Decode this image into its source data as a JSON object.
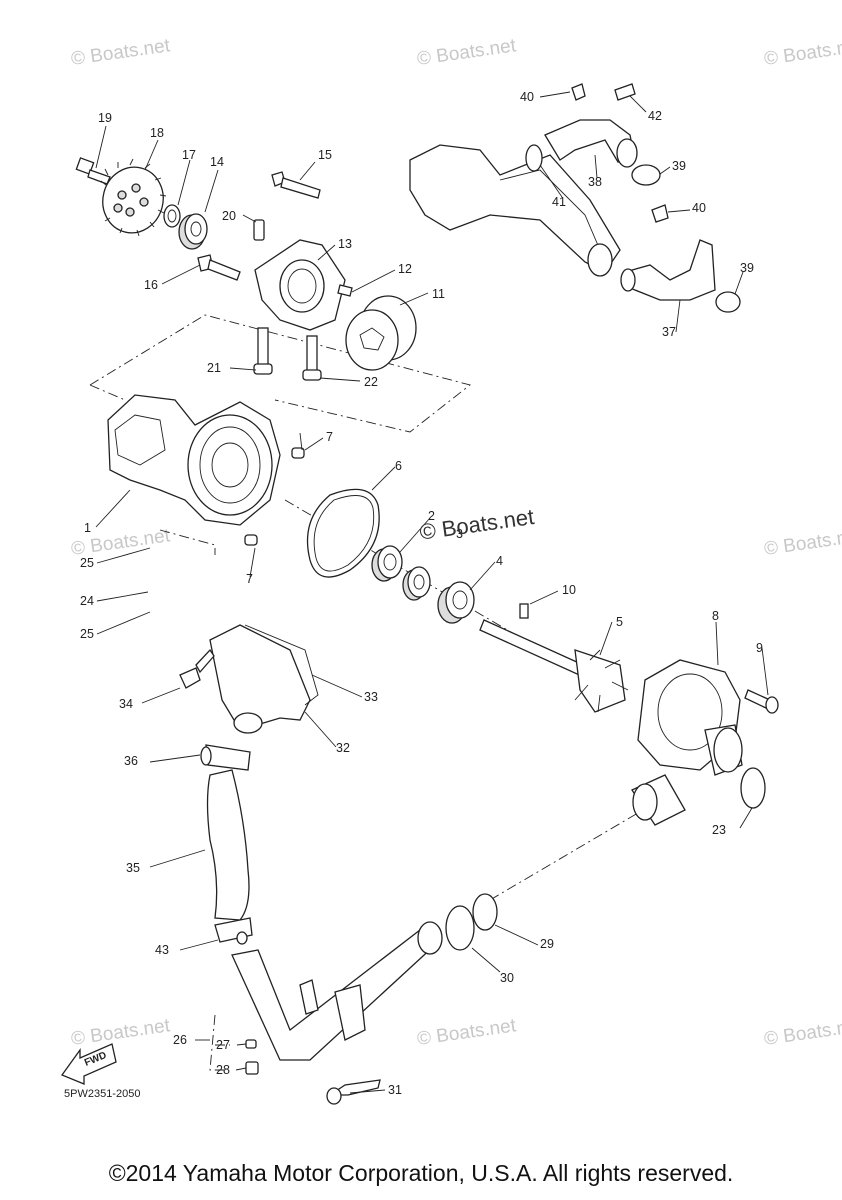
{
  "watermark": {
    "text": "© Boats.net",
    "center_text": "© Boats.net"
  },
  "diagram_code": "5PW2351-2050",
  "fwd_label": "FWD",
  "copyright": "©2014 Yamaha Motor Corporation, U.S.A. All rights reserved.",
  "callouts": {
    "c1": "1",
    "c2": "2",
    "c3": "3",
    "c4": "4",
    "c5": "5",
    "c6": "6",
    "c7a": "7",
    "c7b": "7",
    "c8": "8",
    "c9": "9",
    "c10": "10",
    "c11": "11",
    "c12": "12",
    "c13": "13",
    "c14": "14",
    "c15": "15",
    "c16": "16",
    "c17": "17",
    "c18": "18",
    "c19": "19",
    "c20": "20",
    "c21": "21",
    "c22": "22",
    "c23": "23",
    "c24": "24",
    "c25a": "25",
    "c25b": "25",
    "c26": "26",
    "c27": "27",
    "c28": "28",
    "c29": "29",
    "c30": "30",
    "c31": "31",
    "c32": "32",
    "c33": "33",
    "c34": "34",
    "c35": "35",
    "c36": "36",
    "c37": "37",
    "c38": "38",
    "c39a": "39",
    "c39b": "39",
    "c40a": "40",
    "c40b": "40",
    "c41": "41",
    "c42": "42",
    "c43": "43"
  }
}
